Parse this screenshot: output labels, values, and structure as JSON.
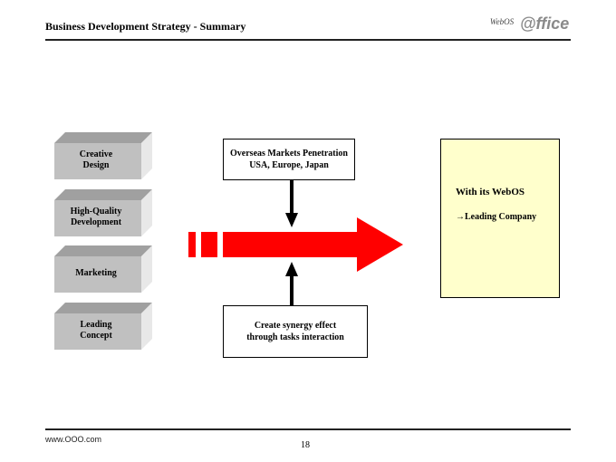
{
  "header": {
    "title": "Business Development Strategy - Summary",
    "logo_webos": "WebOS",
    "logo_office": "@ffice"
  },
  "pillars": [
    {
      "line1": "Creative",
      "line2": "Design"
    },
    {
      "line1": "High-Quality",
      "line2": "Development"
    },
    {
      "line1": "Marketing",
      "line2": ""
    },
    {
      "line1": "Leading",
      "line2": "Concept"
    }
  ],
  "top_box": {
    "line1": "Overseas Markets Penetration",
    "line2": "USA, Europe, Japan"
  },
  "bottom_box": {
    "line1": "Create synergy effect",
    "line2": "through tasks interaction"
  },
  "result": {
    "title": "With its WebOS",
    "subtitle": "→Leading Company"
  },
  "footer": {
    "url": "www.OOO.com",
    "page": "18"
  },
  "colors": {
    "arrow": "#ff0000",
    "result_bg": "#ffffcc",
    "box_face": "#c0c0c0"
  }
}
